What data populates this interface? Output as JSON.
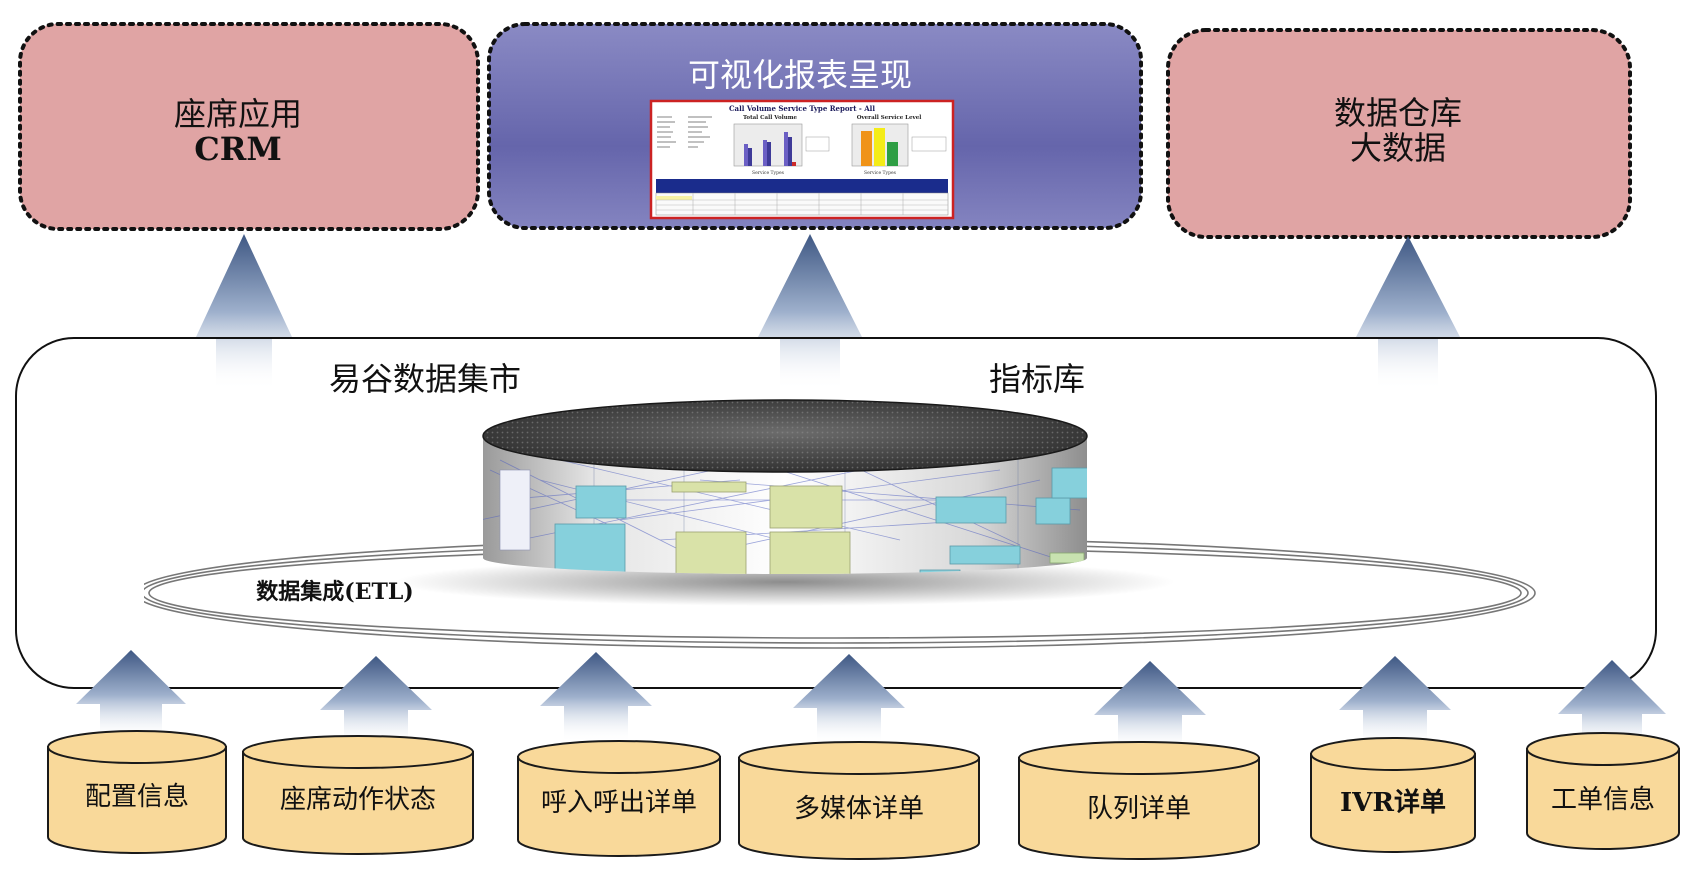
{
  "top_boxes": {
    "left": {
      "line1": "座席应用",
      "line2": "CRM"
    },
    "center": {
      "title": "可视化报表呈现"
    },
    "right": {
      "line1": "数据仓库",
      "line2": "大数据"
    }
  },
  "report": {
    "title": "Call Volume Service Type Report - All",
    "chart1_title": "Total Call Volume",
    "chart2_title": "Overall Service Level",
    "axis_label": "Service Types"
  },
  "platform": {
    "left_label": "易谷数据集市",
    "right_label": "指标库",
    "etl_label": "数据集成(ETL)"
  },
  "sources": [
    {
      "label": "配置信息"
    },
    {
      "label": "座席动作状态"
    },
    {
      "label": "呼入呼出详单"
    },
    {
      "label": "多媒体详单"
    },
    {
      "label": "队列详单"
    },
    {
      "label": "IVR详单"
    },
    {
      "label": "工单信息"
    }
  ],
  "colors": {
    "pink_box": "#e0a4a4",
    "blue_box": "#6a6aae",
    "cylinder": "#f9d99a",
    "arrow": "#3f5884"
  }
}
